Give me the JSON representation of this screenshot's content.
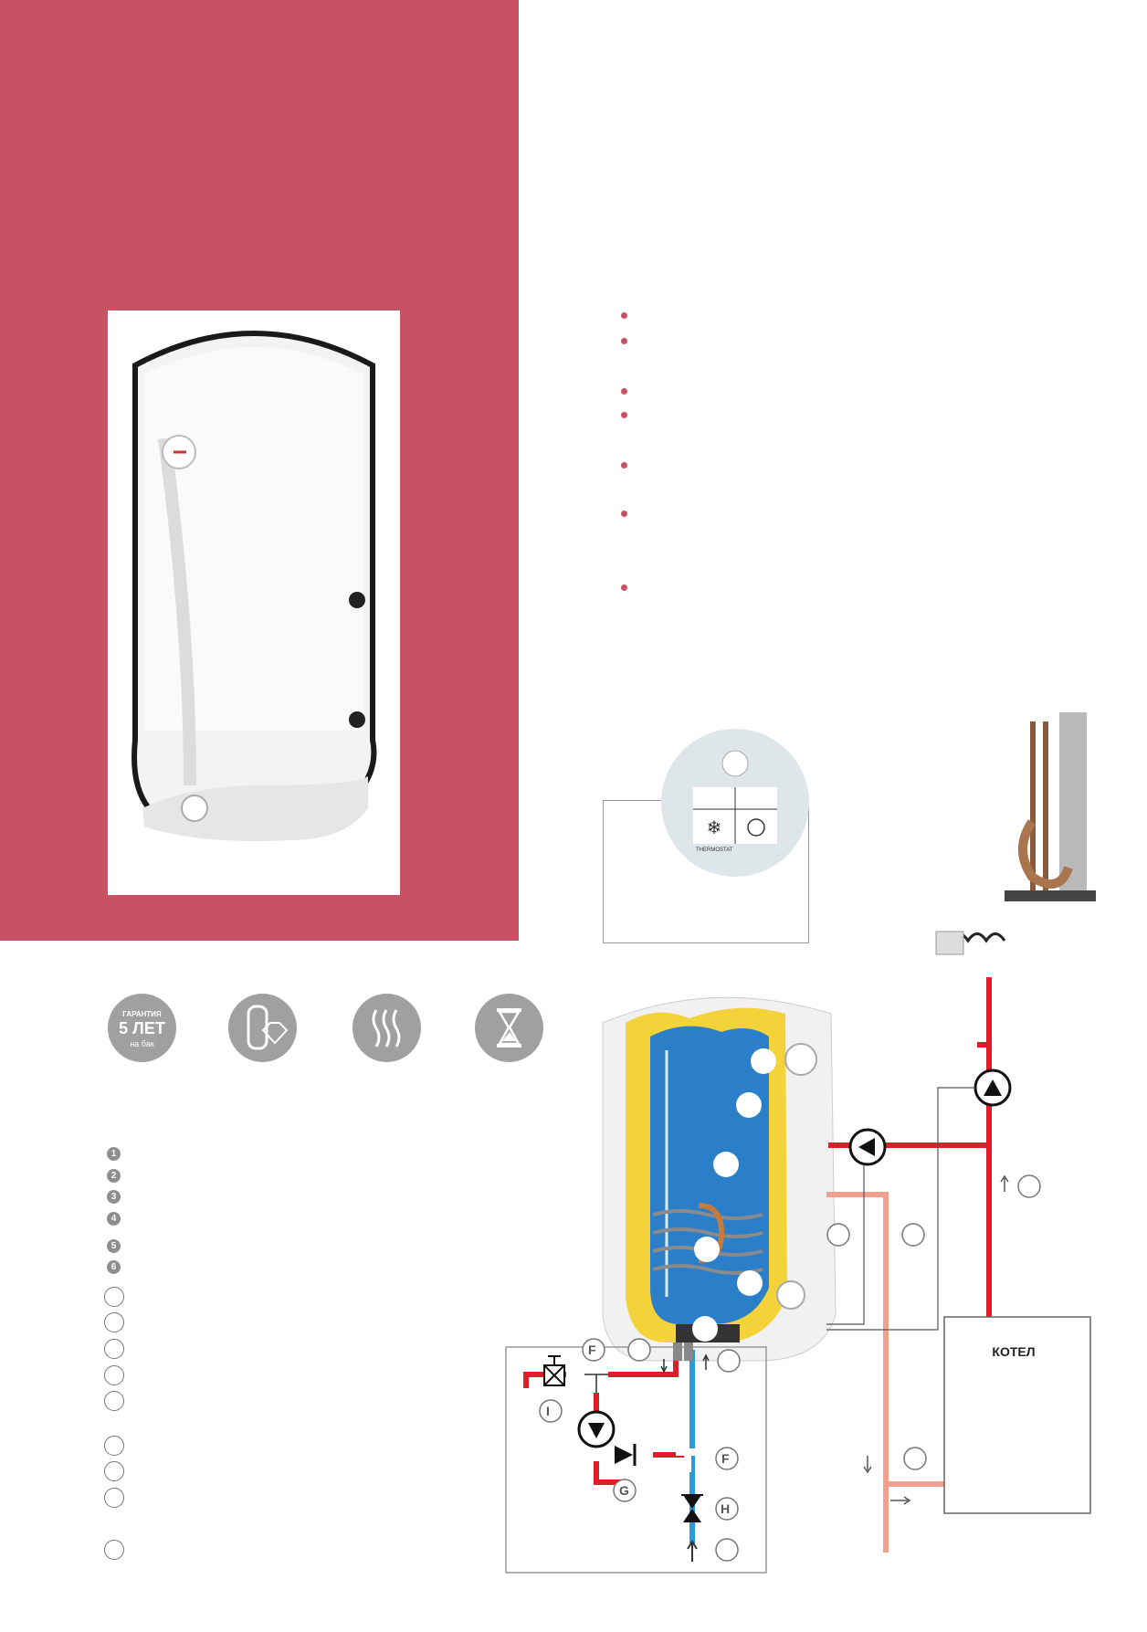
{
  "badges": {
    "warranty": {
      "line1": "ГАРАНТИЯ",
      "line2": "5 ЛЕТ",
      "line3": "на бак"
    },
    "icons": [
      "diamond-tank-icon",
      "heat-waves-icon",
      "hourglass-icon"
    ]
  },
  "legend": {
    "numbered": [
      "1",
      "2",
      "3",
      "4",
      "5",
      "6"
    ]
  },
  "thermostat_panel": {
    "brand_mark": "THERMOSTAT"
  },
  "diagram": {
    "labels": {
      "F1": "F",
      "F2": "F",
      "G": "G",
      "H": "H",
      "I": "I"
    },
    "boiler": "КОТЕЛ"
  },
  "colors": {
    "brand_red": "#c85163",
    "hot_pipe": "#e11d2a",
    "return_pipe": "#f2a08e",
    "cold_pipe": "#2a9bd8",
    "badge_gray": "#a0a0a0"
  }
}
